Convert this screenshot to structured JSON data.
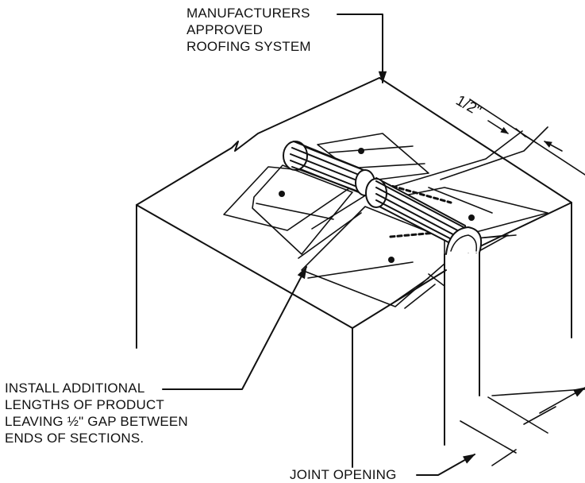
{
  "callouts": {
    "roofing_system": [
      "MANUFACTURERS",
      "APPROVED",
      "ROOFING SYSTEM"
    ],
    "install_note": [
      "INSTALL ADDITIONAL",
      "LENGTHS OF PRODUCT",
      "LEAVING ½\" GAP BETWEEN",
      "ENDS OF SECTIONS."
    ],
    "joint_opening": "JOINT OPENING"
  },
  "dimension": {
    "gap": "1/2\""
  },
  "colors": {
    "ink": "#111111",
    "paper": "#ffffff",
    "flange": "#f2f2f2"
  }
}
